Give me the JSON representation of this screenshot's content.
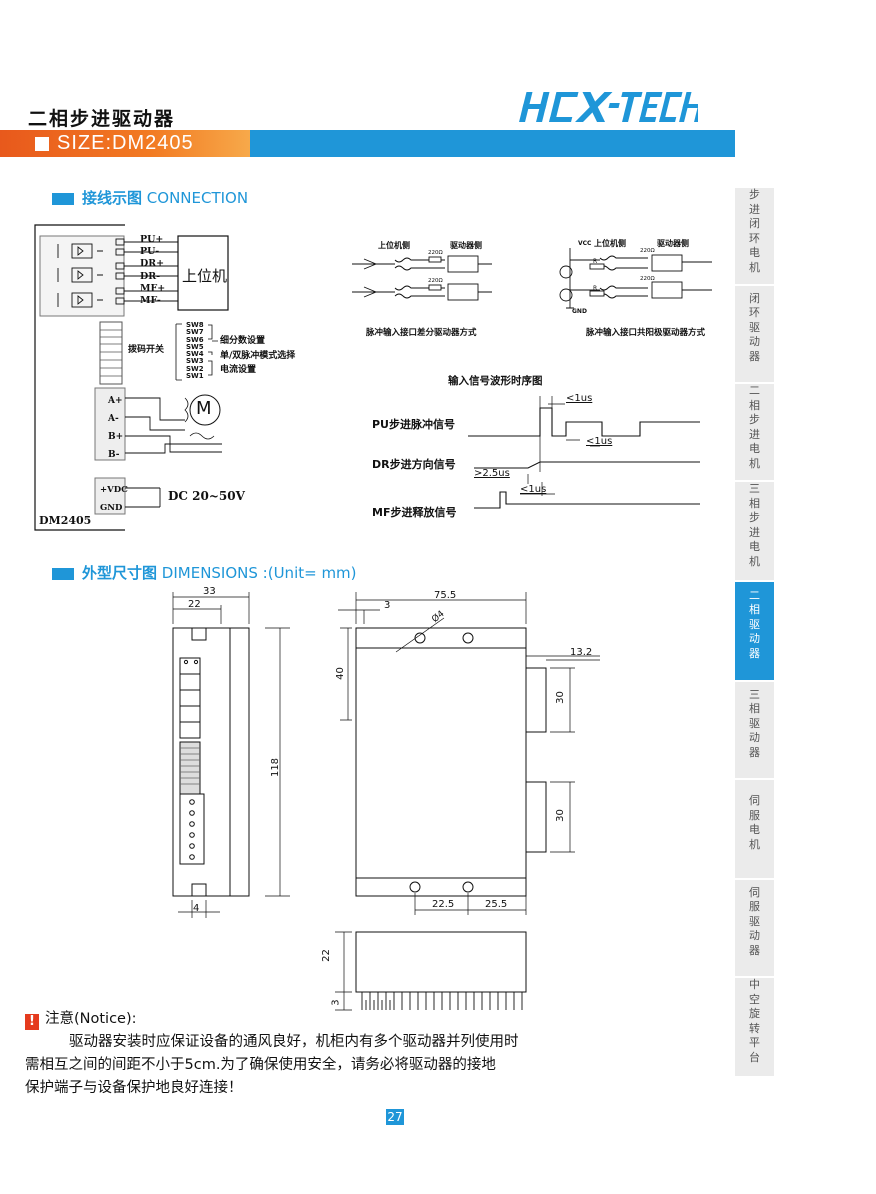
{
  "header": {
    "category_title": "二相步进驱动器",
    "logo_text": "HCX-TECH",
    "size_label": "SIZE:DM2405"
  },
  "connection": {
    "title_cn": "接线示图",
    "title_en": "CONNECTION",
    "inputs": [
      "PU+",
      "PU-",
      "DR+",
      "DR-",
      "MF+",
      "MF-"
    ],
    "host_label": "上位机",
    "dip_label": "拨码开关",
    "switches": [
      "SW8",
      "SW7",
      "SW6",
      "SW5",
      "SW4",
      "SW3",
      "SW2",
      "SW1"
    ],
    "dip_notes": [
      "细分数设置",
      "单/双脉冲模式选择",
      "电流设置"
    ],
    "motor_terms": [
      "A+",
      "A-",
      "B+",
      "B-"
    ],
    "motor_symbol": "M",
    "power_terms": [
      "+VDC",
      "GND"
    ],
    "power_label": "DC 20~50V",
    "model": "DM2405",
    "diff": {
      "host_side": "上位机侧",
      "drv_side": "驱动器侧",
      "res": "220Ω",
      "caption": "脉冲输入接口差分驱动器方式"
    },
    "anode": {
      "vcc": "VCC",
      "host_side": "上位机侧",
      "drv_side": "驱动器侧",
      "res": "220Ω",
      "r": "R",
      "gnd": "GND",
      "caption": "脉冲输入接口共阳极驱动器方式"
    },
    "timing": {
      "title": "输入信号波形时序图",
      "pu": "PU步进脉冲信号",
      "dr": "DR步进方向信号",
      "mf": "MF步进释放信号",
      "t1": "<1us",
      "t2": "<1us",
      "t3": ">2.5us",
      "t4": "<1us"
    }
  },
  "dimensions": {
    "title_cn": "外型尺寸图",
    "title_en": "DIMENSIONS :(Unit=  mm)",
    "front": {
      "w33": "33",
      "w22": "22",
      "h118": "118",
      "b4": "4"
    },
    "side": {
      "w75": "75.5",
      "d3": "3",
      "phi": "Ø4",
      "h40": "40",
      "d13": "13.2",
      "h30a": "30",
      "h30b": "30",
      "d22": "22.5",
      "d25": "25.5"
    },
    "bottom": {
      "h22": "22",
      "h3": "3"
    }
  },
  "notice": {
    "title": "注意(Notice):",
    "lines": [
      "驱动器安装时应保证设备的通风良好，机柜内有多个驱动器并列使用时",
      "需相互之间的间距不小于5cm.为了确保使用安全，请务必将驱动器的接地",
      "保护端子与设备保护地良好连接！"
    ]
  },
  "page_number": "27",
  "side_tabs": [
    {
      "label": "步进闭环电机",
      "active": false
    },
    {
      "label": "闭环驱动器",
      "active": false
    },
    {
      "label": "二相步进电机",
      "active": false
    },
    {
      "label": "三相步进电机",
      "active": false
    },
    {
      "label": "二相驱动器",
      "active": true
    },
    {
      "label": "三相驱动器",
      "active": false
    },
    {
      "label": "伺服电机",
      "active": false
    },
    {
      "label": "伺服驱动器",
      "active": false
    },
    {
      "label": "中空旋转平台",
      "active": false
    }
  ],
  "colors": {
    "accent": "#1f96d8",
    "orange": "#f27a22",
    "warning": "#e53b1e"
  }
}
